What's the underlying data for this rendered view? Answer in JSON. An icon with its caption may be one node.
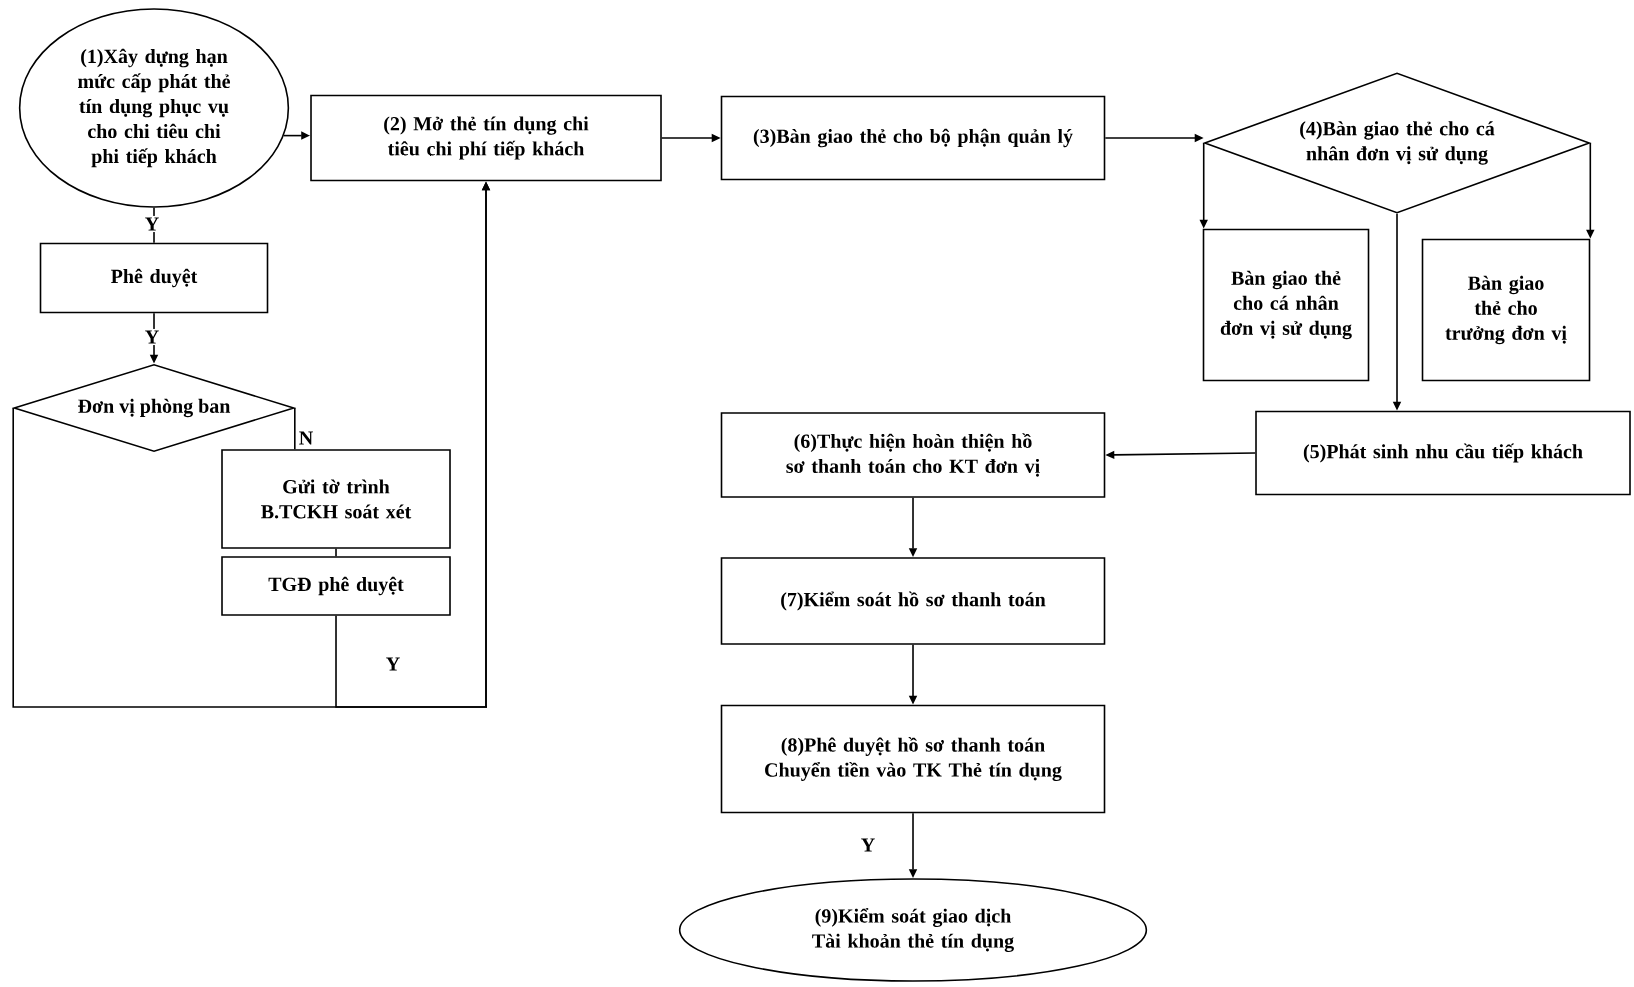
{
  "diagram": {
    "nodes": [
      {
        "text": [
          "(1)Xây dựng hạn mức cấp phát thẻ tín dụng phục vụ cho chi tiêu chi phi tiếp khách"
        ]
      },
      {
        "text": [
          "(2) Mở thẻ tín dụng chi tiêu chi phí tiếp khách"
        ]
      },
      {
        "text": [
          "(3)Bàn giao thẻ cho bộ phận quản lý"
        ]
      },
      {
        "text": [
          "(4)Bàn giao thẻ cho cá nhân đơn vị sử dụng"
        ]
      },
      {
        "text": [
          "Phê duyệt"
        ]
      },
      {
        "text": [
          "Đơn vị phòng ban"
        ]
      },
      {
        "text": [
          "Gửi tờ trình B.TCKH soát xét"
        ]
      },
      {
        "text": [
          "TGĐ phê duyệt"
        ]
      },
      {
        "text": [
          "Bàn giao thẻ cho cá nhân đơn vị sử dụng"
        ]
      },
      {
        "text": [
          "Bàn giao thẻ cho trưởng đơn vị"
        ]
      },
      {
        "text": [
          "(5)Phát sinh nhu cầu tiếp khách"
        ]
      },
      {
        "text": [
          "(6)Thực hiện hoàn thiện hồ sơ thanh toán cho KT đơn vị"
        ]
      },
      {
        "text": [
          "(7)Kiểm soát hồ sơ thanh toán"
        ]
      },
      {
        "text": [
          "(8)Phê duyệt hồ sơ thanh toán Chuyển tiền vào TK Thẻ tín dụng"
        ]
      },
      {
        "text": [
          "(9)Kiểm soát giao dịch Tài khoản thẻ tín dụng"
        ]
      }
    ],
    "edges": [
      {
        "from": 0,
        "to": 1,
        "arrow": "to"
      },
      {
        "from": 1,
        "to": 2,
        "arrow": "to"
      },
      {
        "from": 2,
        "to": 3,
        "arrow": "to"
      },
      {
        "from": 0,
        "to": 4,
        "arrow": "none",
        "label": "Y"
      },
      {
        "from": 4,
        "to": 5,
        "arrow": "to",
        "label": "Y"
      },
      {
        "from": 5,
        "to": 6,
        "arrow": "none",
        "label": "N"
      },
      {
        "from": 6,
        "to": 7,
        "arrow": "none"
      },
      {
        "from": 7,
        "to": 1,
        "arrow": "to",
        "label": "Y"
      },
      {
        "from": 5,
        "to": 1,
        "arrow": "to"
      },
      {
        "from": 3,
        "to": 8,
        "arrow": "to"
      },
      {
        "from": 3,
        "to": 9,
        "arrow": "to"
      },
      {
        "from": 3,
        "to": 10,
        "arrow": "to"
      },
      {
        "from": 10,
        "to": 11,
        "arrow": "to"
      },
      {
        "from": 11,
        "to": 12,
        "arrow": "to"
      },
      {
        "from": 12,
        "to": 13,
        "arrow": "to"
      },
      {
        "from": 13,
        "to": 14,
        "arrow": "to",
        "label": "Y"
      }
    ]
  }
}
